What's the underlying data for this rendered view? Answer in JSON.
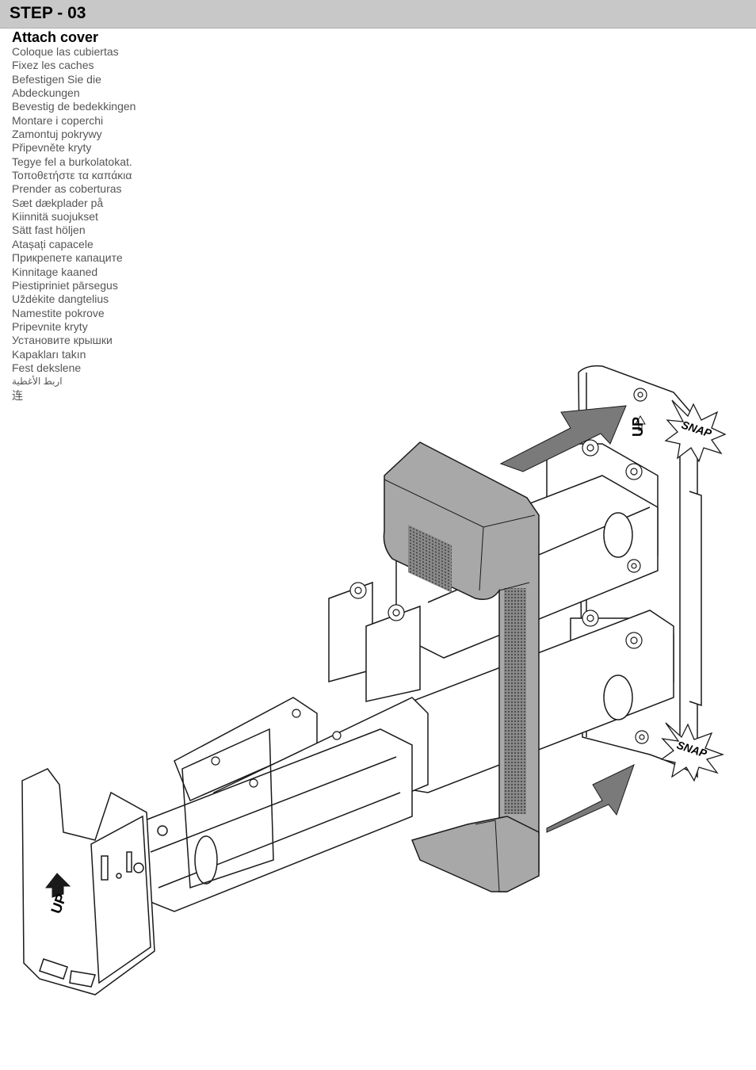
{
  "header": {
    "step_label": "STEP - 03"
  },
  "instruction": {
    "title": "Attach cover",
    "translations": [
      "Coloque las cubiertas",
      "Fixez les caches",
      "Befestigen Sie die",
      "Abdeckungen",
      "Bevestig de bedekkingen",
      "Montare i coperchi",
      "Zamontuj pokrywy",
      "Připevněte kryty",
      "Tegye fel a burkolatokat.",
      "Τοποθετήστε τα καπάκια",
      "Prender as coberturas",
      "Sæt dækplader på",
      "Kiinnitä suojukset",
      "Sätt fast höljen",
      "Atașați capacele",
      "Прикрепете капаците",
      "Kinnitage kaaned",
      "Piestipriniet pārsegus",
      "Uždėkite dangtelius",
      "Namestite pokrove",
      "Pripevnite kryty",
      "Установите крышки",
      "Kapakları takın",
      "Fest dekslene",
      "اربط الأغطية",
      "连"
    ]
  },
  "illustration": {
    "snap_labels": [
      "SNAP",
      "SNAP"
    ],
    "up_labels": [
      "UP",
      "UP"
    ],
    "colors": {
      "cover": "#a8a8a8",
      "arrow": "#7a7a7a",
      "line": "#1a1a1a"
    }
  }
}
